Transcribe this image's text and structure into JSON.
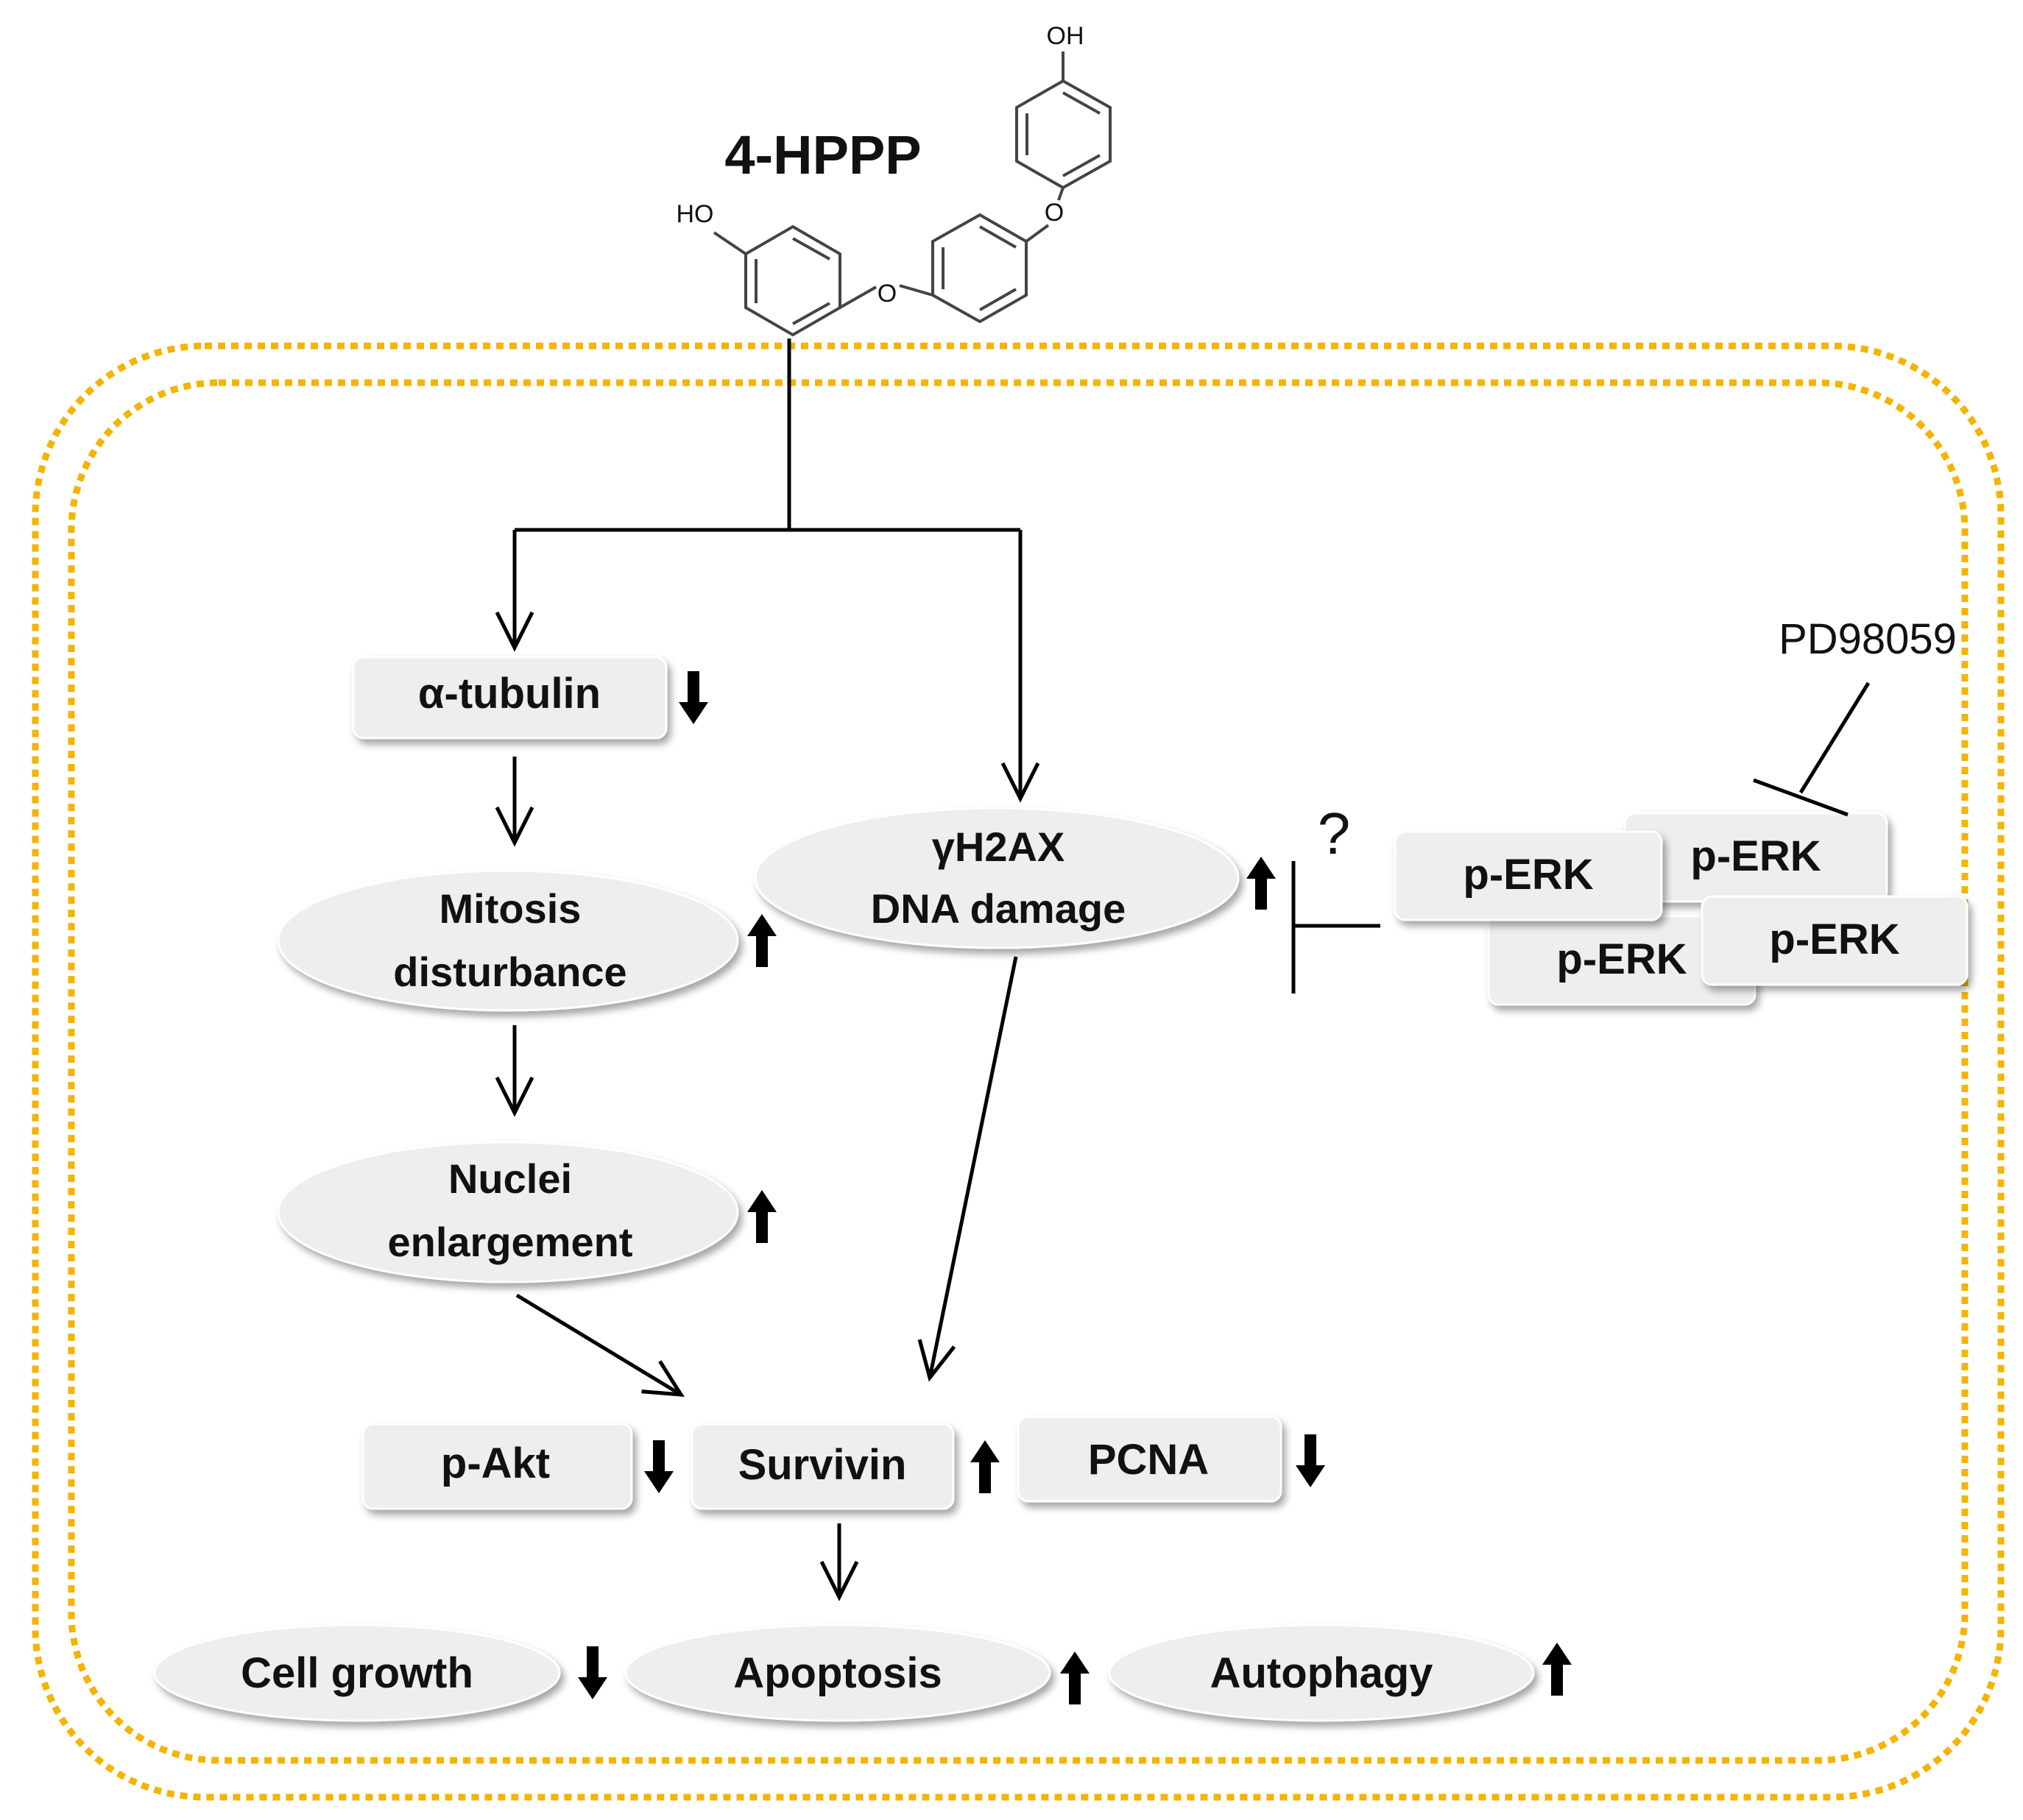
{
  "compound": {
    "name": "4-HPPP",
    "atoms": {
      "hydroxyl_top": "OH",
      "hydroxyl_left": "HO",
      "oxygen": "O"
    }
  },
  "membrane_color": "#f4b400",
  "node_fill": "#eeeeee",
  "nodes": {
    "tubulin": "α-tubulin",
    "mitosis": [
      "Mitosis",
      "disturbance"
    ],
    "nuclei": [
      "Nuclei",
      "enlargement"
    ],
    "h2ax": [
      "γH2AX",
      "DNA damage"
    ],
    "perk": "p-ERK",
    "inhibitor": "PD98059",
    "question": "?",
    "pakt": "p-Akt",
    "survivin": "Survivin",
    "pcna": "PCNA",
    "cell_growth": "Cell growth",
    "apoptosis": "Apoptosis",
    "autophagy": "Autophagy"
  },
  "regulation": {
    "tubulin": "down",
    "mitosis": "up",
    "nuclei": "up",
    "h2ax": "up",
    "pakt": "down",
    "survivin": "up",
    "pcna": "down",
    "cell_growth": "down",
    "apoptosis": "up",
    "autophagy": "up"
  }
}
